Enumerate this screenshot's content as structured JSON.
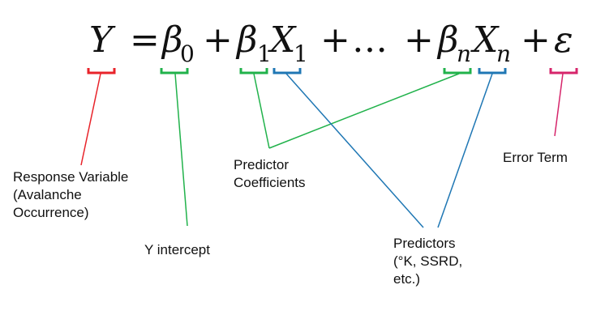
{
  "equation": {
    "Y": "Y",
    "equals": "=",
    "beta": "β",
    "sub0": "0",
    "plus": "+",
    "sub1": "1",
    "X": "X",
    "ellipsis": "…",
    "subn": "n",
    "epsilon": "ε"
  },
  "labels": {
    "response": [
      "Response Variable",
      "(Avalanche",
      "Occurrence)"
    ],
    "intercept": "Y intercept",
    "coefficients": [
      "Predictor",
      "Coefficients"
    ],
    "predictors": [
      "Predictors",
      "(°K, SSRD,",
      "etc.)"
    ],
    "error": "Error Term"
  },
  "colors": {
    "red": "#e8232a",
    "green": "#21b24b",
    "blue": "#1f77b4",
    "pink": "#d6256b"
  }
}
